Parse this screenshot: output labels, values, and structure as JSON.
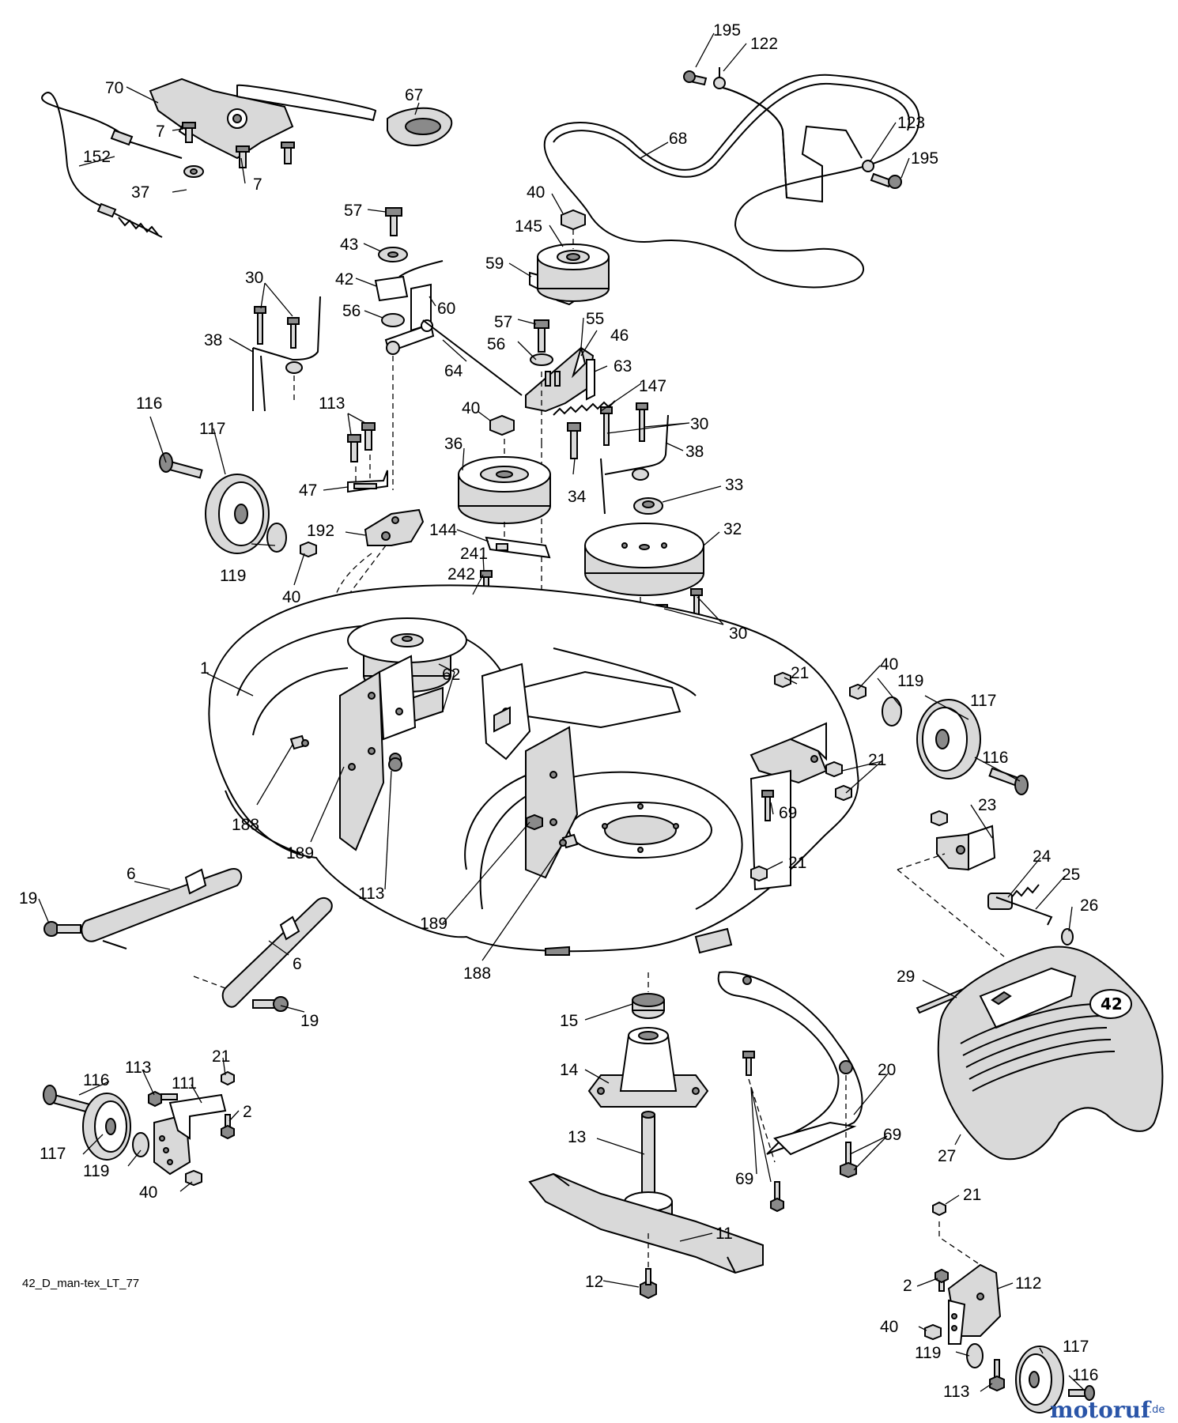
{
  "diagram": {
    "caption": "42_D_man-tex_LT_77",
    "watermark": {
      "brand": "motoruf",
      "tld": ".de",
      "color": "#2a55a8"
    },
    "callouts": {
      "c70": "70",
      "c7a": "7",
      "c7b": "7",
      "c152": "152",
      "c37": "37",
      "c67": "67",
      "c195a": "195",
      "c122": "122",
      "c123": "123",
      "c195b": "195",
      "c68": "68",
      "c40a": "40",
      "c145": "145",
      "c59": "59",
      "c57a": "57",
      "c43": "43",
      "c42": "42",
      "c60": "60",
      "c56a": "56",
      "c30a": "30",
      "c38a": "38",
      "c64": "64",
      "c57b": "57",
      "c55": "55",
      "c56b": "56",
      "c46": "46",
      "c63": "63",
      "c147": "147",
      "c116a": "116",
      "c117a": "117",
      "c113a": "113",
      "c40b": "40",
      "c36": "36",
      "c34": "34",
      "c30b": "30",
      "c38b": "38",
      "c33": "33",
      "c47": "47",
      "c32": "32",
      "c192": "192",
      "c144": "144",
      "c241": "241",
      "c242": "242",
      "c119a": "119",
      "c40c": "40",
      "c30c": "30",
      "c1": "1",
      "c21a": "21",
      "c40d": "40",
      "c119b": "119",
      "c117b": "117",
      "c62": "62",
      "c116b": "116",
      "c21b": "21",
      "c23": "23",
      "c69a": "69",
      "c188a": "188",
      "c189a": "189",
      "c113b": "113",
      "c21c": "21",
      "c24": "24",
      "c25": "25",
      "c6a": "6",
      "c19a": "19",
      "c26": "26",
      "c189b": "189",
      "c188b": "188",
      "c6b": "6",
      "c29": "29",
      "c15": "15",
      "c19b": "19",
      "c113c": "113",
      "c21d": "21",
      "c111": "111",
      "c116c": "116",
      "c2a": "2",
      "c14": "14",
      "c20": "20",
      "c117c": "117",
      "c119c": "119",
      "c69b": "69",
      "c13": "13",
      "c69c": "69",
      "c27": "27",
      "c40e": "40",
      "c11": "11",
      "c21e": "21",
      "c12": "12",
      "c2b": "2",
      "c112": "112",
      "c40f": "40",
      "c117d": "117",
      "c119d": "119",
      "c116d": "116",
      "c113d": "113"
    }
  }
}
